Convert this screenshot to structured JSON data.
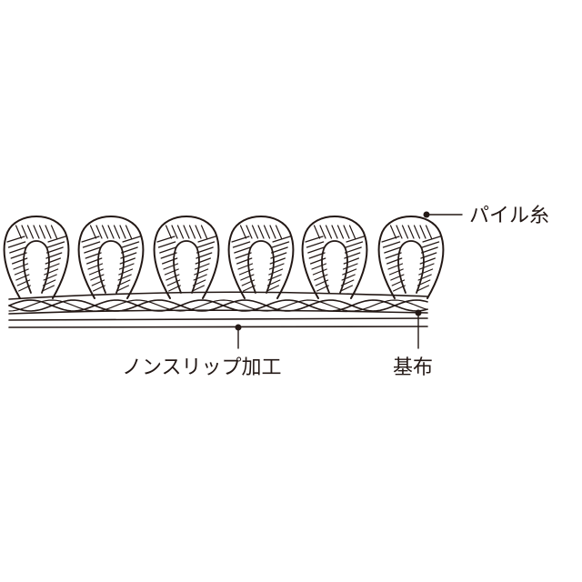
{
  "labels": {
    "pile_yarn": "パイル糸",
    "non_slip": "ノンスリップ加工",
    "base_cloth": "基布"
  },
  "colors": {
    "ink": "#231815",
    "background": "#ffffff"
  },
  "loop_count": 6
}
